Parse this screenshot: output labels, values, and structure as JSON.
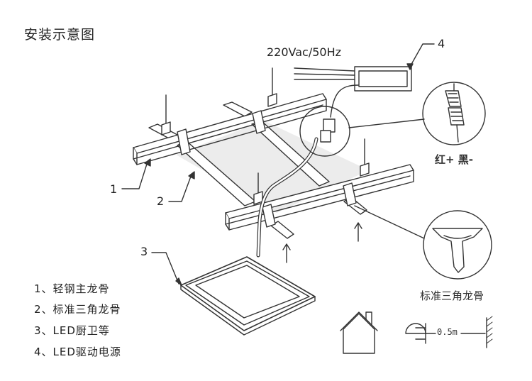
{
  "title": "安装示意图",
  "voltage_label": "220Vac/50Hz",
  "callouts": {
    "c1": "1",
    "c2": "2",
    "c3": "3",
    "c4": "4"
  },
  "wire_colors": "红+ 黑-",
  "profile_label": "标准三角龙骨",
  "distance_label": "0.5m",
  "legend": [
    "1、轻钢主龙骨",
    "2、标准三角龙骨",
    "3、LED厨卫等",
    "4、LED驱动电源"
  ]
}
